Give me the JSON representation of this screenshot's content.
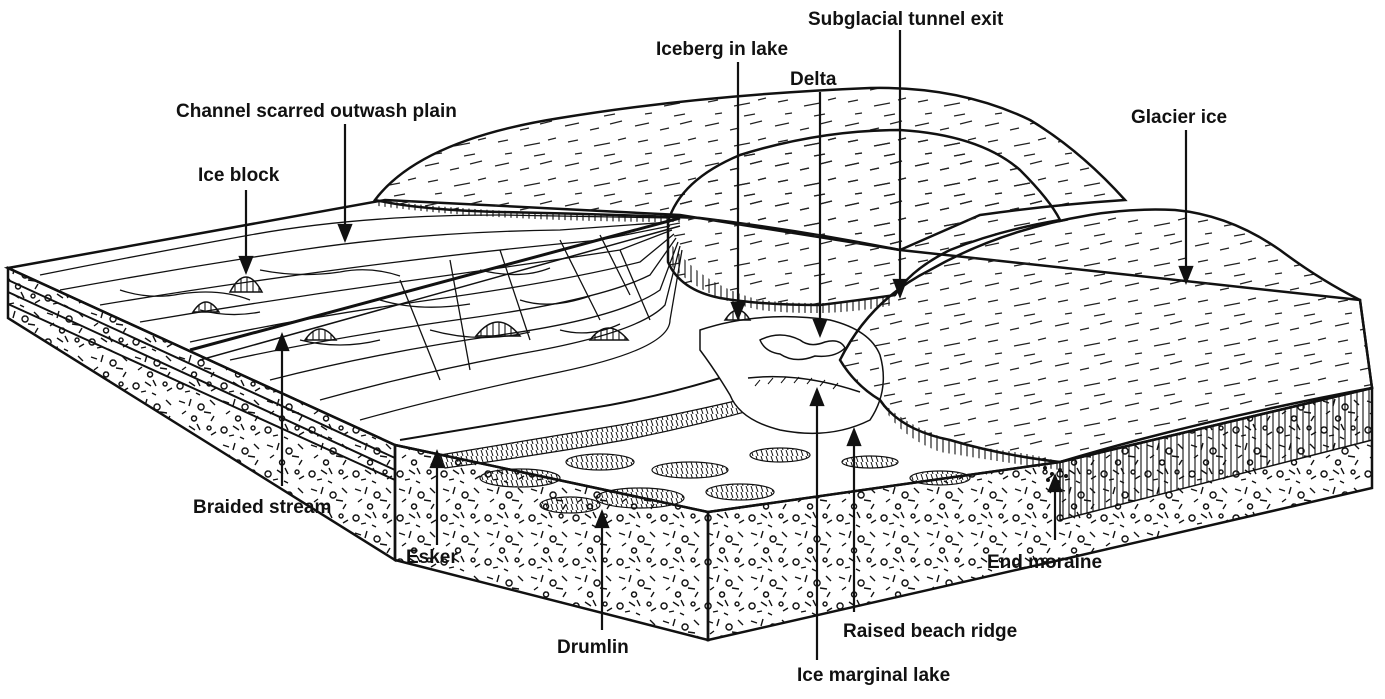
{
  "diagram": {
    "labels": {
      "subglacial_tunnel_exit": "Subglacial tunnel exit",
      "iceberg_in_lake": "Iceberg in lake",
      "delta": "Delta",
      "channel_scarred_outwash_plain": "Channel scarred outwash plain",
      "glacier_ice": "Glacier ice",
      "ice_block": "Ice block",
      "braided_stream": "Braided stream",
      "esker": "Esker",
      "end_moraine": "End moraine",
      "raised_beach_ridge": "Raised beach ridge",
      "drumlin": "Drumlin",
      "ice_marginal_lake": "Ice marginal lake"
    },
    "colors": {
      "ink": "#111111",
      "background": "#ffffff"
    }
  }
}
